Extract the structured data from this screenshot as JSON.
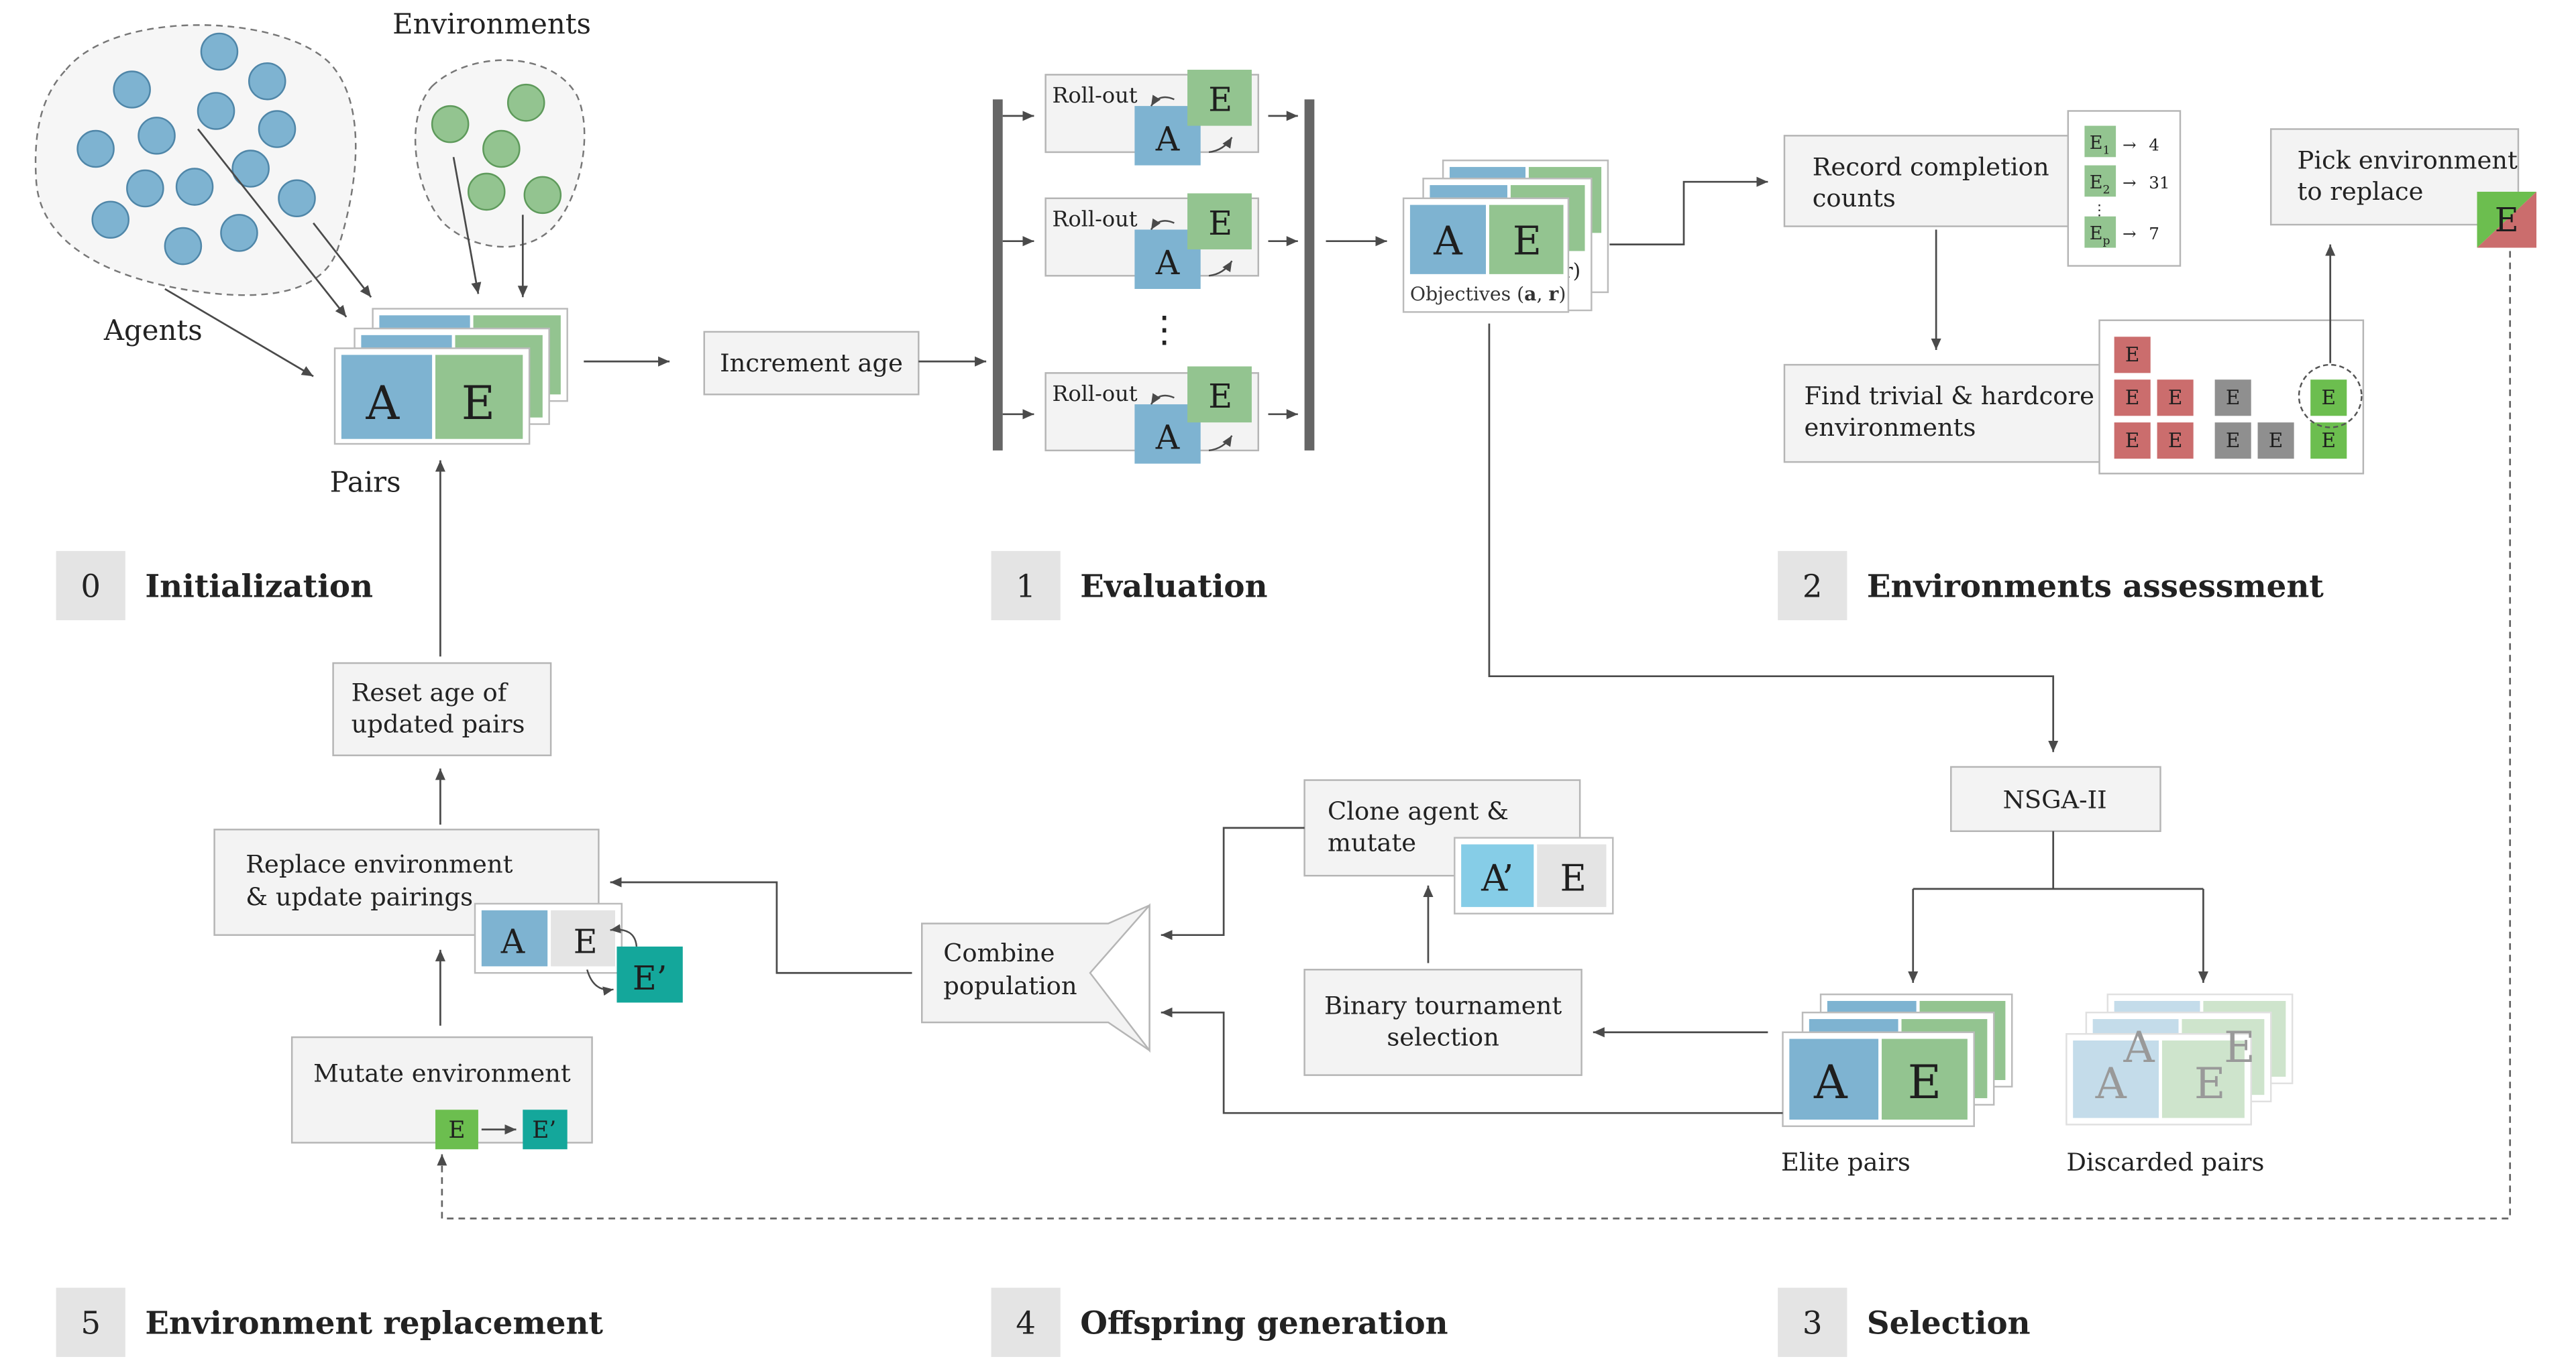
{
  "colors": {
    "agent": "#7eb3d1",
    "env": "#93c490",
    "env_mutated": "#14a79b",
    "env_bright": "#6cbe4f",
    "hard": "#cb6d6d",
    "grey_env": "#8f8f8f",
    "agent_clone": "#86cde7",
    "box_fill": "#f3f3f3",
    "box_stroke": "#b5b5b5",
    "label_bg": "#e4e4e4",
    "arrow": "#4a4a4a",
    "dark_bar": "#666666"
  },
  "labels": {
    "agents": "Agents",
    "environments": "Environments",
    "pairs": "Pairs",
    "A": "A",
    "E": "E",
    "A_prime": "A’",
    "E_prime": "E’",
    "increment_age": "Increment age",
    "rollout": "Roll-out",
    "vdots": "⋮",
    "objectives_prefix": "Objectives (",
    "objectives_a": "a",
    "objectives_sep": ", ",
    "objectives_r": "r",
    "objectives_suffix": ")",
    "r_paren": "r)",
    "record_line1": "Record completion",
    "record_line2": "counts",
    "counts": [
      {
        "sub": "1",
        "value": "4"
      },
      {
        "sub": "2",
        "value": "31"
      },
      {
        "sub": "p",
        "value": "7"
      }
    ],
    "arrow_glyph": "→",
    "find_line1": "Find trivial & hardcore",
    "find_line2": "environments",
    "pick_line1": "Pick environment",
    "pick_line2": "to replace",
    "nsga": "NSGA-II",
    "elite_pairs": "Elite pairs",
    "discarded_pairs": "Discarded pairs",
    "binary_line1": "Binary tournament",
    "binary_line2": "selection",
    "clone_line1": "Clone agent &",
    "clone_line2": "mutate",
    "combine_line1": "Combine",
    "combine_line2": "population",
    "replace_line1": "Replace environment",
    "replace_line2": "& update pairings",
    "reset_line1": "Reset age of",
    "reset_line2": "updated pairs",
    "mutate_env": "Mutate environment"
  },
  "stages": [
    {
      "num": "0",
      "title": "Initialization"
    },
    {
      "num": "1",
      "title": "Evaluation"
    },
    {
      "num": "2",
      "title": "Environments assessment"
    },
    {
      "num": "3",
      "title": "Selection"
    },
    {
      "num": "4",
      "title": "Offspring generation"
    },
    {
      "num": "5",
      "title": "Environment replacement"
    }
  ]
}
